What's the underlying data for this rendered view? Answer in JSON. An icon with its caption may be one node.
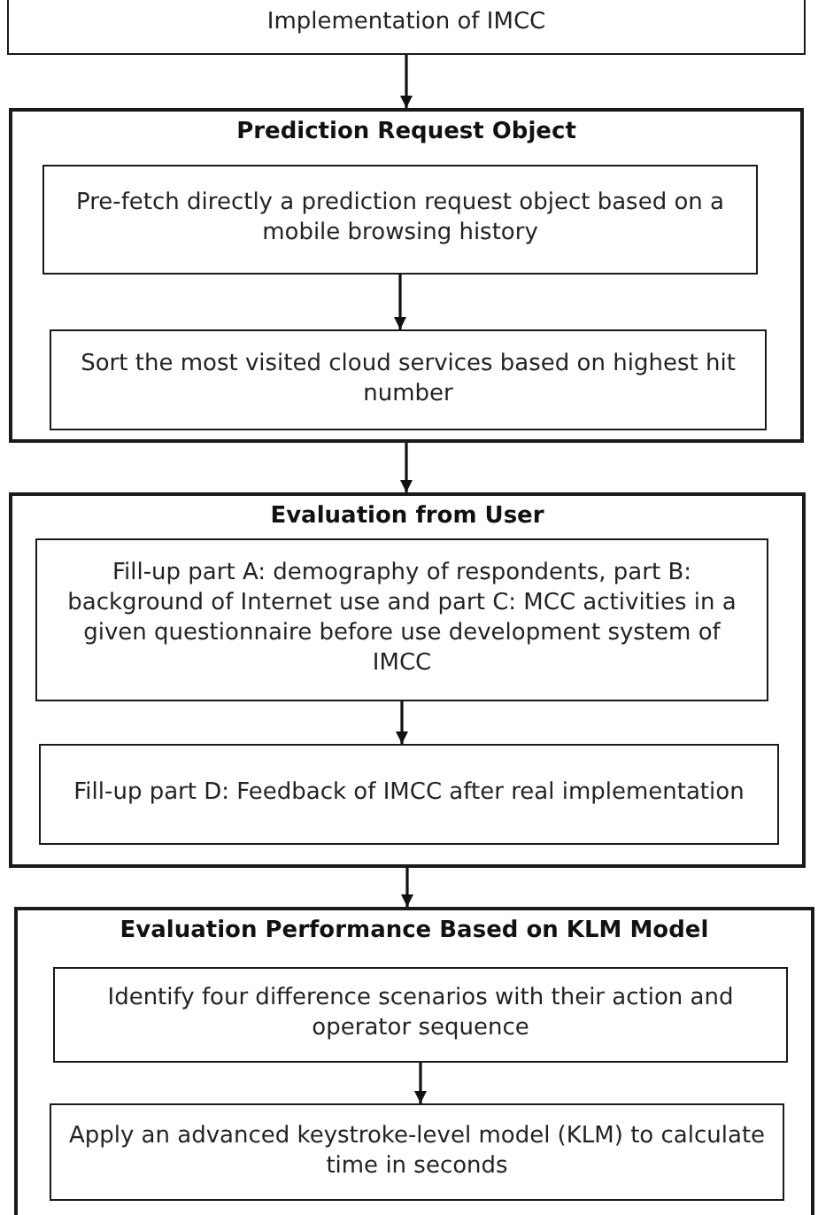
{
  "diagram": {
    "nodes": [
      {
        "text": [
          "Implementation of IMCC"
        ]
      },
      {
        "text": [
          "Prediction Request Object"
        ]
      },
      {
        "text": [
          "Pre-fetch directly a prediction request object based on a mobile browsing history"
        ],
        "in": 1
      },
      {
        "text": [
          "Sort the most visited cloud services based on highest hit number"
        ],
        "in": 1
      },
      {
        "text": [
          "Evaluation from User"
        ]
      },
      {
        "text": [
          "Fill-up part A: demography of respondents, part B: background of Internet use and part C: MCC activities in a given questionnaire before use development system of IMCC"
        ],
        "in": 4
      },
      {
        "text": [
          "Fill-up part D: Feedback of IMCC after real implementation"
        ],
        "in": 4
      },
      {
        "text": [
          "Evaluation Performance Based on KLM Model"
        ]
      },
      {
        "text": [
          "Identify four difference scenarios with their action and operator sequence"
        ],
        "in": 7
      },
      {
        "text": [
          "Apply an advanced keystroke-level model (KLM) to calculate time in seconds"
        ],
        "in": 7
      }
    ],
    "edges": [
      {
        "from": 0,
        "to": 1,
        "arrow": "to"
      },
      {
        "from": 2,
        "to": 3,
        "arrow": "to"
      },
      {
        "from": 1,
        "to": 4,
        "arrow": "to"
      },
      {
        "from": 5,
        "to": 6,
        "arrow": "to"
      },
      {
        "from": 4,
        "to": 7,
        "arrow": "to"
      },
      {
        "from": 8,
        "to": 9,
        "arrow": "to"
      }
    ]
  }
}
